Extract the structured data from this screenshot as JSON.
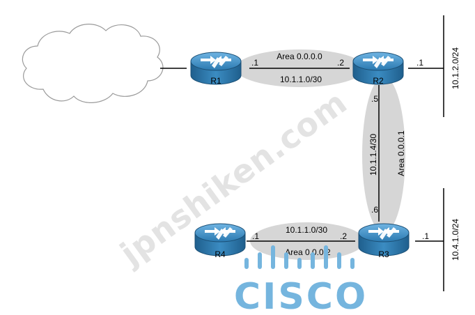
{
  "watermark": "jpnshiken.com",
  "logo_text": "CISCO",
  "routers": [
    {
      "id": "r1",
      "label": "R1"
    },
    {
      "id": "r2",
      "label": "R2"
    },
    {
      "id": "r3",
      "label": "R3"
    },
    {
      "id": "r4",
      "label": "R4"
    }
  ],
  "links": {
    "r1_r2": {
      "area": "Area 0.0.0.0",
      "subnet": "10.1.1.0/30",
      "r1_end": ".1",
      "r2_end": ".2"
    },
    "r2_r3": {
      "area": "Area 0.0.0.1",
      "subnet": "10.1.1.4/30",
      "r2_end": ".5",
      "r3_end": ".6"
    },
    "r4_r3": {
      "area": "Area 0.0.0.2",
      "subnet": "10.1.1.0/30",
      "r4_end": ".1",
      "r3_end": ".2"
    }
  },
  "lans": {
    "r2_lan": {
      "subnet": "10.1.2.0/24",
      "host": ".1"
    },
    "r3_lan": {
      "subnet": "10.4.1.0/24",
      "host": ".1"
    }
  },
  "colors": {
    "router_blue": "#2f7fb3",
    "area_grey": "#d6d6d6",
    "cisco_blue": "#75b5de"
  }
}
